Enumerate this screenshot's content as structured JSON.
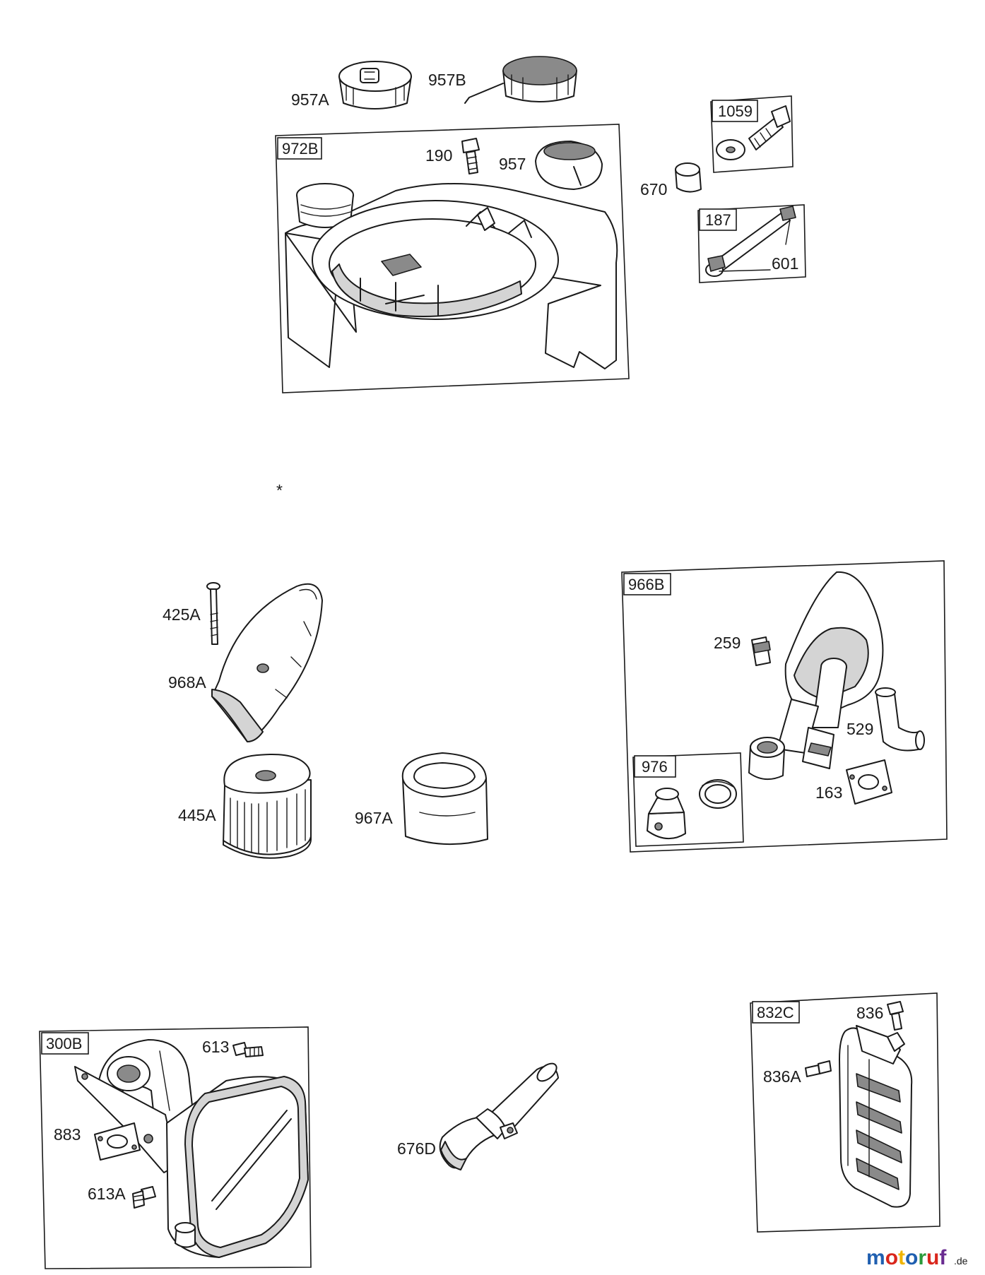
{
  "diagram": {
    "groups": {
      "g972B": "972B",
      "g1059": "1059",
      "g187": "187",
      "g966B": "966B",
      "g976": "976",
      "g300B": "300B",
      "g832C": "832C"
    },
    "parts": {
      "p957A": "957A",
      "p957B": "957B",
      "p190": "190",
      "p957": "957",
      "p670": "670",
      "p601": "601",
      "p425A": "425A",
      "p968A": "968A",
      "p445A": "445A",
      "p967A": "967A",
      "p259": "259",
      "p529": "529",
      "p163": "163",
      "p613": "613",
      "p883": "883",
      "p613A": "613A",
      "p676D": "676D",
      "p836": "836",
      "p836A": "836A"
    }
  },
  "watermark": {
    "text_main": "motoruf",
    "text_suffix": ".de",
    "letter_colors": [
      "#1f5fb0",
      "#d9261c",
      "#f0b400",
      "#1f5fb0",
      "#2a9a3a",
      "#d9261c",
      "#6a2c91"
    ]
  }
}
